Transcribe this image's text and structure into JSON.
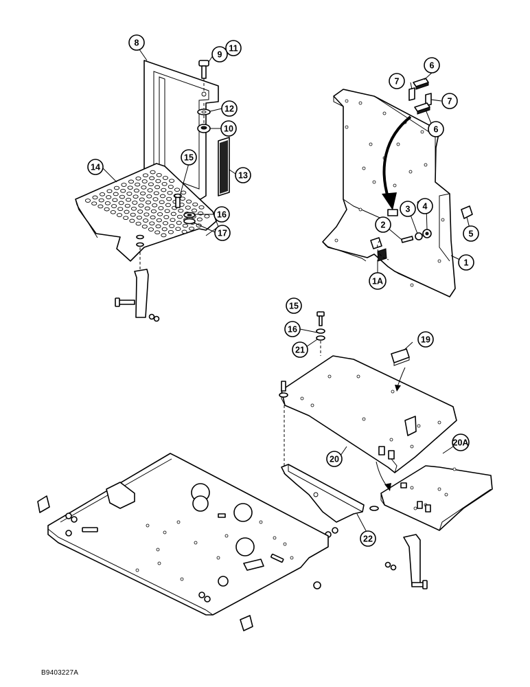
{
  "reference_code": "B9403227A",
  "callouts": [
    "1",
    "1A",
    "2",
    "3",
    "4",
    "5",
    "6",
    "6",
    "7",
    "7",
    "8",
    "9",
    "10",
    "11",
    "12",
    "13",
    "14",
    "15",
    "15",
    "16",
    "16",
    "17",
    "19",
    "20",
    "20A",
    "21",
    "22"
  ]
}
